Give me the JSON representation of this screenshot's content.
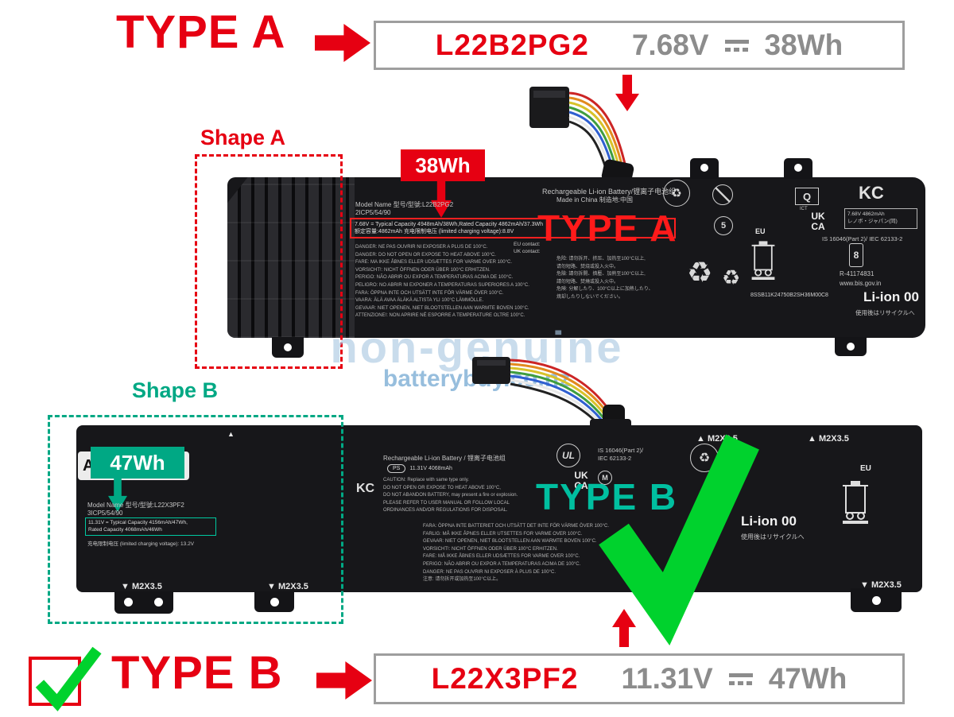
{
  "glyphs": {
    "recycle": "♻",
    "tri_up": "▲",
    "tri_down": "▼"
  },
  "header": {
    "type_label": "TYPE A",
    "model": "L22B2PG2",
    "voltage": "7.68V",
    "capacity": "38Wh"
  },
  "watermark": {
    "line1": "non-genuine",
    "line2": "batterybuy.co.nz"
  },
  "battery_a": {
    "shape_label": "Shape A",
    "badge": "38Wh",
    "type_overlay": "TYPE A",
    "title": "Rechargeable Li-ion Battery/锂离子电池组",
    "made_in": "Made in China 制造地:中国",
    "model_line": "Model Name 型号/型號:L22B2PG2",
    "cells_line": "2ICP5/54/90",
    "spec_line1": "7.68V = Typical Capacity 4948mAh/38Wh,Rated Capacity 4862mAh/37.3Wh",
    "spec_line2": "额定容量:4862mAh  充电限制电压 (limited charging voltage):8.8V",
    "eu_contact": "EU contact:",
    "uk_contact": "UK contact:",
    "warnings": [
      "DANGER:  NE PAS OUVRIR NI EXPOSER A PLUS DE 100°C.",
      "DANGER:  DO NOT OPEN OR EXPOSE TO HEAT ABOVE 100°C.",
      "FARE:  MA IKKE ÅBNES ELLER UDSÆTTES FOR VARME OVER 100°C.",
      "VORSICHT!:  NICHT ÖFFNEN ODER ÜBER 100°C ERHITZEN.",
      "PERIGO:  NÃO ABRIR OU EXPOR A TEMPERATURAS ACIMA DE 100°C.",
      "PELIGRO:  NO ABRIR NI EXPONER A TEMPERATURAS SUPERIORES A 100°C.",
      "FARA:  ÖPPNA INTE OCH UTSÄTT INTE FÖR VÄRME ÖVER 100°C.",
      "VAARA:  ÄLÄ AVAA ÄLÄKÄ ALTISTA YLI 100°C LÄMMÖLLE.",
      "GEVAAR:  NIET OPENEN, NIET BLOOTSTELLEN AAN WARMTE BOVEN 100°C.",
      "ATTENZIONE!:  NON APRIRE NÉ ESPORRE A TEMPERATURE OLTRE 100°C."
    ],
    "warnings_cjk": [
      "危险:  请勿拆开、挤压、加热至100°C以上,",
      "请勿短路、焚烧或投入火中。",
      "危險:  請勿拆開、擠壓、加熱至100°C以上,",
      "請勿短路、焚燒或投入火中。",
      "危険:  分解したり、100°C以上に加熱したり、",
      "焼却したりしないでください。"
    ],
    "ukca_top": "UK",
    "ukca_bottom": "CA",
    "kc_mark": "KC",
    "q_mark": "Q",
    "q_sub": "ICT",
    "epup": "5",
    "batt_box_line1": "7.68V 4862mAh",
    "batt_box_line2": "レノボ・ジャパン(同)",
    "standard": "IS 16046(Part 2)/ IEC 62133-2",
    "eu_label": "EU",
    "bis_reg": "R-41174831",
    "bis_site": "www.bis.gov.in",
    "liion": "Li-ion 00",
    "recycle_jp": "使用後はリサイクルへ",
    "serial": "8SSB11K24750B2SH36M00C8",
    "batt8": "8"
  },
  "battery_b": {
    "shape_label": "Shape B",
    "badge": "47Wh",
    "type_overlay": "TYPE B",
    "corner_letter": "A",
    "screw_label": "M2X3.5",
    "model_line": "Model Name 型号/型號:L22X3PF2",
    "cells_line": "3ICP5/54/90",
    "spec_line1": "11.31V = Typical Capacity 4156mAh/47Wh,",
    "spec_line2": "Rated Capacity 4068mAh/46Wh",
    "limit_line": "充电限制电压 (limited charging voltage): 13.2V",
    "title": "Rechargeable Li-ion Battery / 锂离子电池组",
    "ps_label": "PS",
    "ps_value": "11.31V 4068mAh",
    "cautions": [
      "CAUTION: Replace with same type only.",
      "DO NOT OPEN OR EXPOSE TO HEAT ABOVE 100°C,",
      "DO NOT ABANDON BATTERY, may present a fire or explosion.",
      "PLEASE REFER TO USER MANUAL OR FOLLOW LOCAL",
      "ORDINANCES AND/OR REGULATIONS FOR DISPOSAL."
    ],
    "kc_mark": "KC",
    "ul_mark": "UL",
    "ukca_top": "UK",
    "ukca_bottom": "CA",
    "m_mark": "M",
    "standard1": "IS 16046(Part 2)/",
    "standard2": "IEC 62133-2",
    "warnings": [
      "FARA:  ÖPPNA INTE BATTERIET OCH UTSÄTT DET INTE FÖR VÄRME ÖVER 100°C.",
      "FARLIG:  MÅ IKKE ÅPNES ELLER UTSETTES FOR VARME OVER 100°C.",
      "GEVAAR:  NIET OPENEN, NIET BLOOTSTELLEN AAN WARMTE BOVEN 100°C.",
      "VORSICHT!:  NICHT ÖFFNEN ODER ÜBER 100°C ERHITZEN.",
      "FARE:  MÅ IKKE ÅBNES ELLER UDSÆTTES FOR VARME OVER 100°C.",
      "PERIGO:  NÃO ABRIR OU EXPOR A TEMPERATURAS ACIMA DE 100°C.",
      "DANGER:  NE PAS OUVRIR NI EXPOSER À PLUS DE 100°C.",
      "注意:  请勿拆开或加热至100°C以上。"
    ],
    "liion": "Li-ion 00",
    "recycle_jp": "使用後はリサイクルへ",
    "eu_label": "EU"
  },
  "footer": {
    "type_label": "TYPE B",
    "model": "L22X3PF2",
    "voltage": "11.31V",
    "capacity": "47Wh"
  }
}
